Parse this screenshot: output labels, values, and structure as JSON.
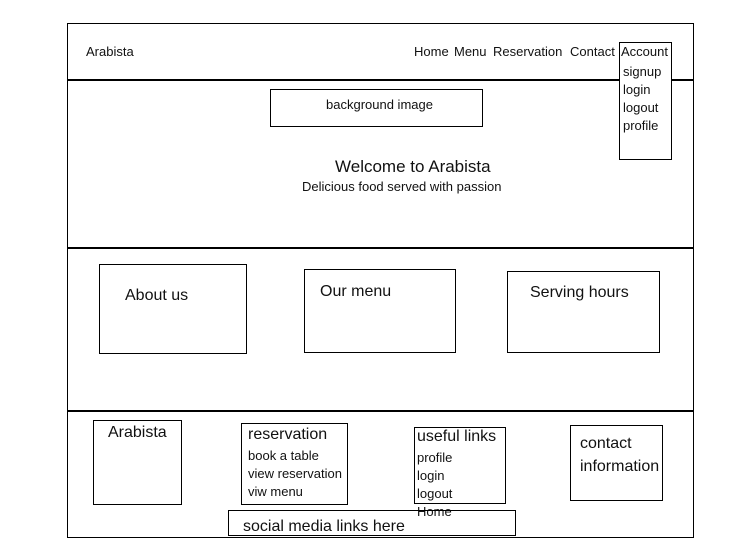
{
  "header": {
    "brand": "Arabista",
    "nav": [
      "Home",
      "Menu",
      "Reservation",
      "Contact"
    ],
    "account": {
      "label": "Account",
      "items": [
        "signup",
        "login",
        "logout",
        "profile"
      ]
    }
  },
  "hero": {
    "image_placeholder": "background image",
    "title": "Welcome to Arabista",
    "subtitle": "Delicious food served with passion"
  },
  "features": {
    "cards": [
      "About us",
      "Our menu",
      "Serving hours"
    ]
  },
  "footer": {
    "brand": "Arabista",
    "reservation": {
      "title": "reservation",
      "links": [
        "book a table",
        "view reservation",
        "viw menu"
      ]
    },
    "useful_links": {
      "title": "useful links",
      "links": [
        "profile",
        "login",
        "logout",
        "Home"
      ]
    },
    "contact": {
      "line1": "contact",
      "line2": "information"
    },
    "social": "social media links here"
  }
}
